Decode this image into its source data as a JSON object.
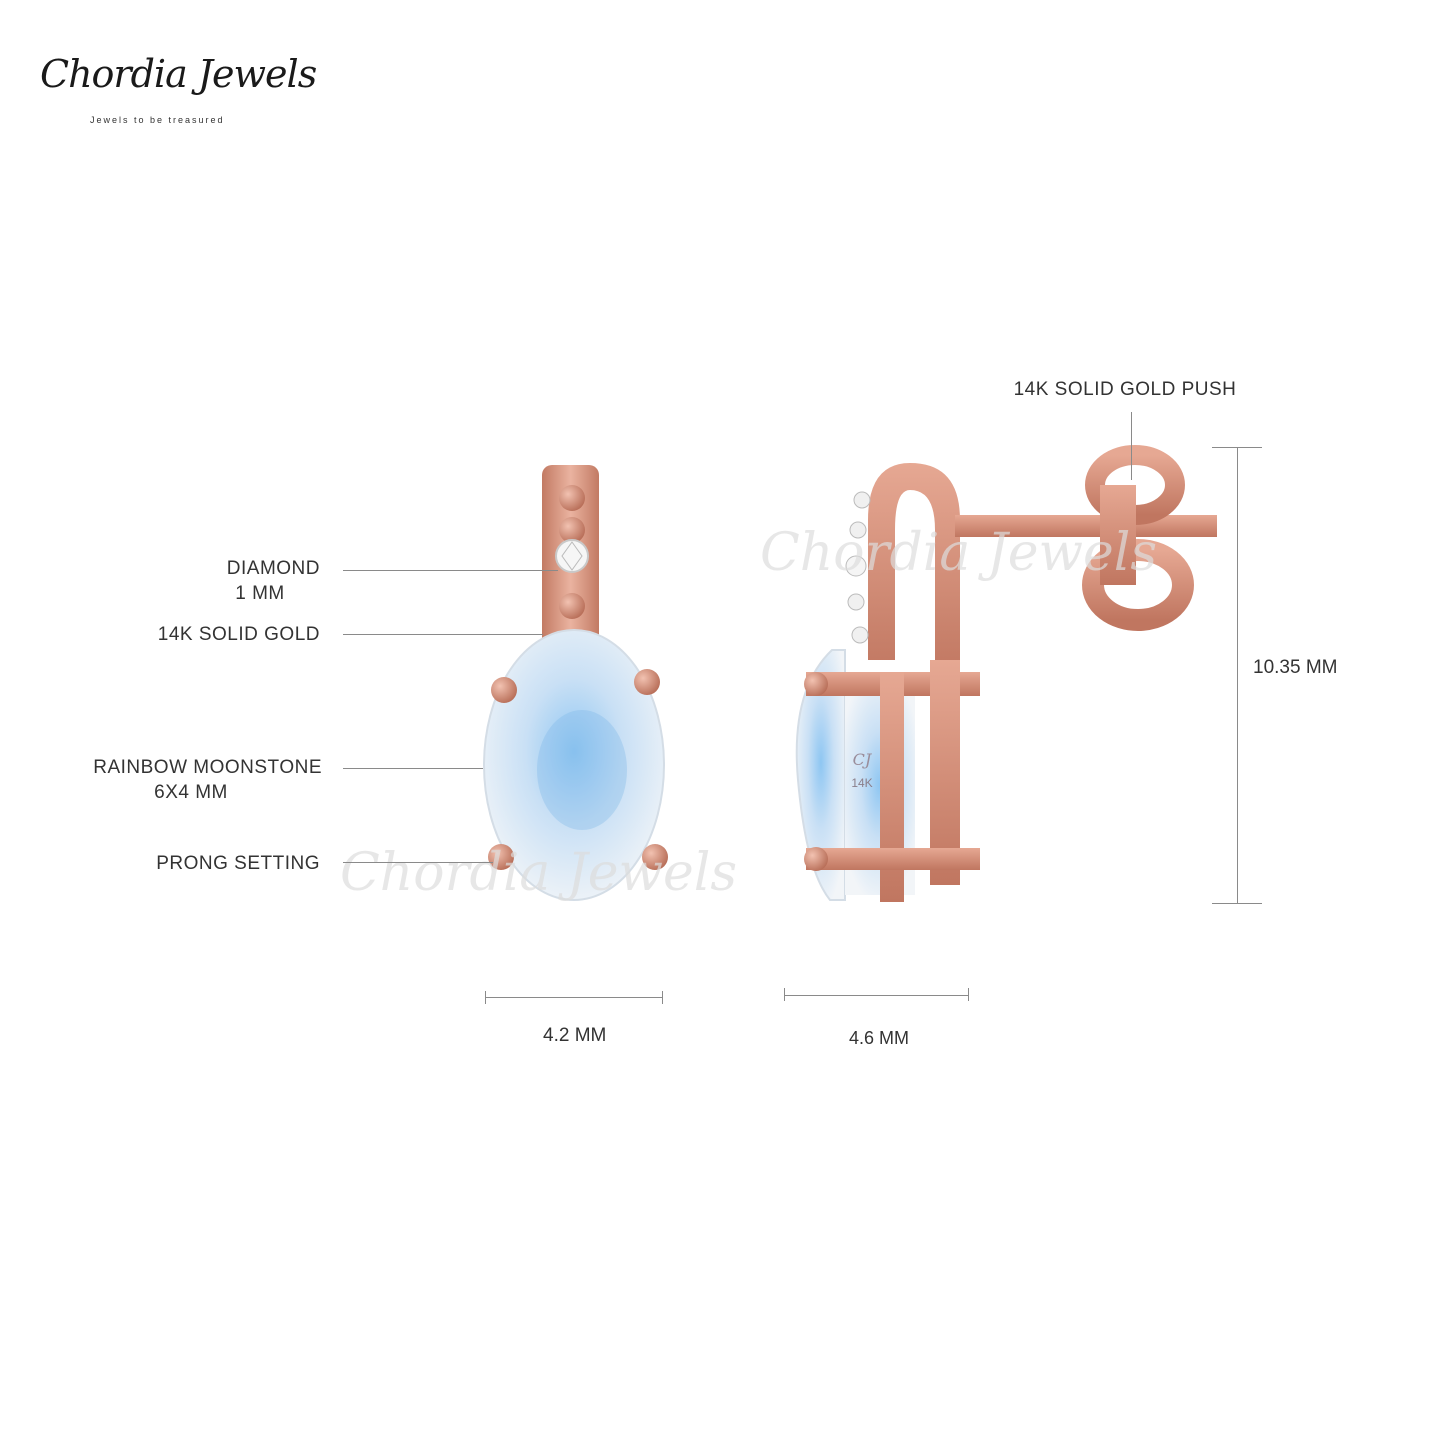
{
  "brand": {
    "name": "Chordia Jewels",
    "tagline": "Jewels to be treasured"
  },
  "callouts": {
    "diamond": "DIAMOND",
    "diamond_size": "1 MM",
    "gold": "14K SOLID GOLD",
    "stone": "RAINBOW MOONSTONE",
    "stone_size": "6X4 MM",
    "setting": "PRONG SETTING",
    "push": "14K SOLID GOLD PUSH"
  },
  "dimensions": {
    "front_width": "4.2 MM",
    "side_width": "4.6 MM",
    "height": "10.35 MM"
  },
  "stamp": {
    "mark": "CJ",
    "karat": "14K"
  },
  "colors": {
    "rose_gold": "#d9967e",
    "rose_gold_dark": "#b8705a",
    "moonstone": "#dfeaf6",
    "moonstone_blue": "#7fb6e8"
  }
}
